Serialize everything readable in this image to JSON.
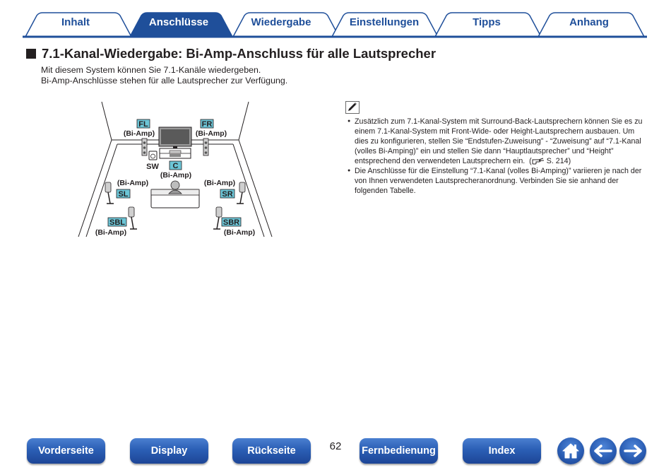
{
  "tabs": [
    {
      "label": "Inhalt",
      "active": false
    },
    {
      "label": "Anschlüsse",
      "active": true
    },
    {
      "label": "Wiedergabe",
      "active": false
    },
    {
      "label": "Einstellungen",
      "active": false
    },
    {
      "label": "Tipps",
      "active": false
    },
    {
      "label": "Anhang",
      "active": false
    }
  ],
  "heading": "7.1-Kanal-Wiedergabe: Bi-Amp-Anschluss für alle Lautsprecher",
  "intro": [
    "Mit diesem System können Sie 7.1-Kanäle wiedergeben.",
    "Bi-Amp-Anschlüsse stehen für alle Lautsprecher zur Verfügung."
  ],
  "diagram": {
    "bi_amp": "(Bi-Amp)",
    "speakers": {
      "fl": "FL",
      "fr": "FR",
      "sw": "SW",
      "c": "C",
      "sl": "SL",
      "sr": "SR",
      "sbl": "SBL",
      "sbr": "SBR"
    },
    "label_fill": "#6cc5d6"
  },
  "notes": [
    {
      "text": "Zusätzlich zum 7.1-Kanal-System mit Surround-Back-Lautsprechern können Sie es zu einem 7.1-Kanal-System mit Front-Wide- oder Height-Lautsprechern ausbauen. Um dies zu konfigurieren, stellen Sie “Endstufen-Zuweisung” - “Zuweisung” auf “7.1-Kanal (volles Bi-Amping)” ein und stellen Sie dann “Hauptlautsprecher” und “Height” entsprechend den verwendeten Lautsprechern ein.",
      "ref": "S. 214"
    },
    {
      "text": "Die Anschlüsse für die Einstellung “7.1-Kanal (volles Bi-Amping)” variieren je nach der von Ihnen verwendeten Lautsprecheranordnung. Verbinden Sie sie anhand der folgenden Tabelle."
    }
  ],
  "bullet": "●",
  "footer": {
    "buttons": {
      "vorderseite": "Vorderseite",
      "display": "Display",
      "rueckseite": "Rückseite",
      "fernbedienung": "Fernbedienung",
      "index": "Index"
    },
    "page_number": "62"
  },
  "icons": {
    "memo": "pencil-memo-icon",
    "xref": "pointing-hand-icon",
    "home": "home-icon",
    "back": "arrow-left-icon",
    "forward": "arrow-right-icon"
  },
  "colors": {
    "tab_active": "#1f4f9a",
    "tab_text": "#1f4f9a",
    "nav_button": "#2b5fb5"
  }
}
